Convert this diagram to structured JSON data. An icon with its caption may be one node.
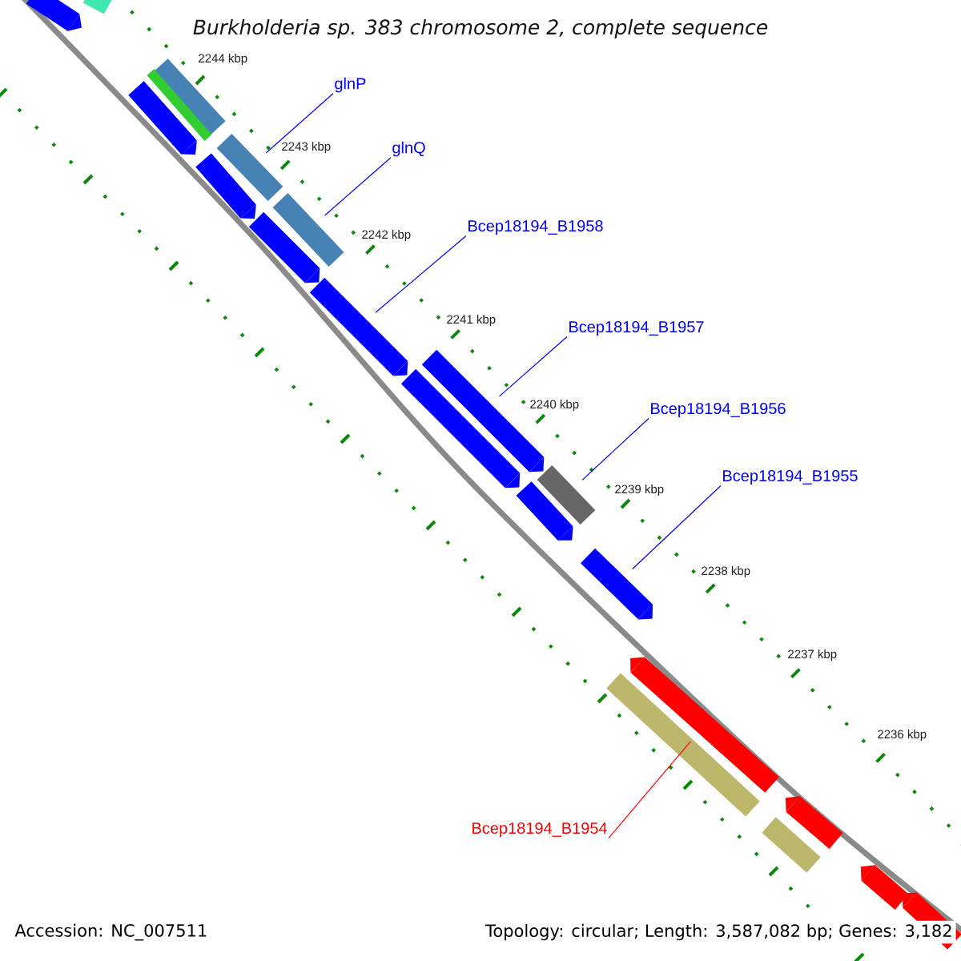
{
  "diagram": {
    "title": "Burkholderia sp. 383 chromosome 2, complete sequence",
    "nodes": [
      {
        "text": [],
        "shape": "bar"
      },
      {
        "text": [],
        "shape": "bar"
      },
      {
        "text": [],
        "shape": "bar"
      },
      {
        "text": [],
        "shape": "bar"
      },
      {
        "text": [
          "glnP"
        ]
      },
      {
        "text": [],
        "shape": "bar"
      },
      {
        "text": [],
        "shape": "bar"
      },
      {
        "text": [
          "glnQ"
        ]
      },
      {
        "text": [],
        "shape": "bar"
      },
      {
        "text": [],
        "shape": "bar"
      },
      {
        "text": [],
        "shape": "bar"
      },
      {
        "text": [
          "Bcep18194_B1958"
        ]
      },
      {
        "text": [],
        "shape": "bar"
      },
      {
        "text": [
          "Bcep18194_B1957"
        ]
      },
      {
        "text": [],
        "shape": "bar"
      },
      {
        "text": [],
        "shape": "bar"
      },
      {
        "text": [
          "Bcep18194_B1956"
        ]
      },
      {
        "text": [],
        "shape": "bar"
      },
      {
        "text": [
          "Bcep18194_B1955"
        ]
      },
      {
        "text": [],
        "shape": "bar"
      },
      {
        "text": [],
        "shape": "bar"
      },
      {
        "text": [],
        "shape": "bar"
      },
      {
        "text": [],
        "shape": "bar"
      },
      {
        "text": [],
        "shape": "bar"
      },
      {
        "text": [],
        "shape": "bar"
      },
      {
        "text": [
          "Bcep18194_B1954"
        ]
      },
      {
        "text": [],
        "shape": "bar"
      },
      {
        "text": [],
        "shape": "bar"
      }
    ],
    "edges": [
      {
        "from": 4,
        "to": 6,
        "arrow": "none"
      },
      {
        "from": 7,
        "to": 9,
        "arrow": "none"
      },
      {
        "from": 11,
        "to": 12,
        "arrow": "none"
      },
      {
        "from": 13,
        "to": 14,
        "arrow": "none"
      },
      {
        "from": 16,
        "to": 17,
        "arrow": "none"
      },
      {
        "from": 18,
        "to": 20,
        "arrow": "none"
      },
      {
        "from": 25,
        "to": 21,
        "arrow": "none",
        "color": "#ff0000"
      }
    ],
    "labels": [
      "2244 kbp",
      "2243 kbp",
      "2242 kbp",
      "2241 kbp",
      "2240 kbp",
      "2239 kbp",
      "2238 kbp",
      "2237 kbp",
      "2236 kbp",
      "Accession: NC_007511",
      "Topology: circular; Length: 3,587,082 bp; Genes: 3,182"
    ]
  }
}
